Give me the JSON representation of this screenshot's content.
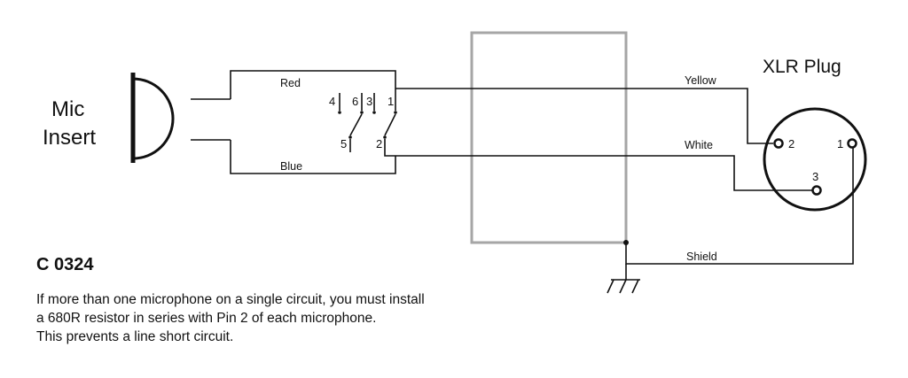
{
  "mic": {
    "line1": "Mic",
    "line2": "Insert"
  },
  "wires": {
    "red": "Red",
    "blue": "Blue",
    "yellow": "Yellow",
    "white": "White",
    "shield": "Shield"
  },
  "switch_pins": {
    "p4": "4",
    "p6": "6",
    "p3": "3",
    "p1": "1",
    "p5": "5",
    "p2": "2"
  },
  "xlr": {
    "title": "XLR Plug",
    "pin1": "1",
    "pin2": "2",
    "pin3": "3"
  },
  "code": "C 0324",
  "note": [
    "If more than one microphone on a single circuit, you must install",
    "a 680R resistor in series with Pin 2 of each microphone.",
    "This prevents a line short circuit."
  ],
  "colors": {
    "line": "#111111",
    "enclosure": "#a6a6a6"
  }
}
